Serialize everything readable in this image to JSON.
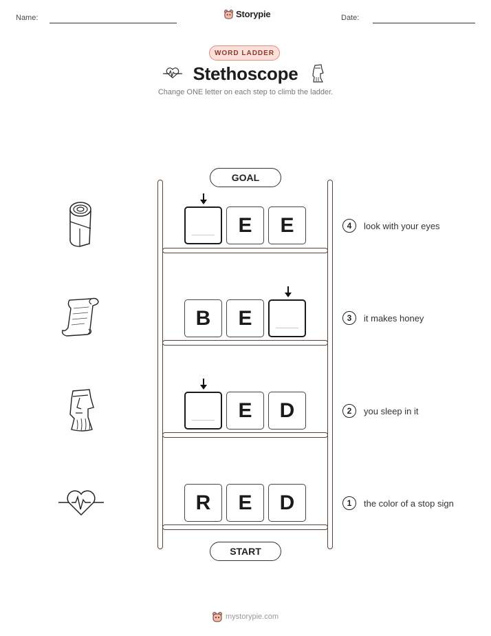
{
  "header": {
    "name_label": "Name:",
    "date_label": "Date:",
    "brand": "Storypie",
    "pill": "WORD LADDER",
    "title": "Stethoscope",
    "subtitle": "Change ONE letter on each step to climb the ladder."
  },
  "ladder": {
    "goal_label": "GOAL",
    "start_label": "START",
    "steps": [
      {
        "number": "4",
        "clue": "look with your eyes",
        "letters": [
          "",
          "E",
          "E"
        ],
        "blank_index": 0,
        "icon": "paper-towel-roll-icon"
      },
      {
        "number": "3",
        "clue": "it makes honey",
        "letters": [
          "B",
          "E",
          ""
        ],
        "blank_index": 2,
        "icon": "scroll-icon"
      },
      {
        "number": "2",
        "clue": "you sleep in it",
        "letters": [
          "",
          "E",
          "D"
        ],
        "blank_index": 0,
        "icon": "moai-statue-icon"
      },
      {
        "number": "1",
        "clue": "the color of a stop sign",
        "letters": [
          "R",
          "E",
          "D"
        ],
        "blank_index": null,
        "icon": "heartbeat-icon"
      }
    ]
  },
  "footer": {
    "text": "mystorypie.com"
  },
  "colors": {
    "pill_bg": "#fbe0da",
    "pill_border": "#e48b7e",
    "ladder": "#5a4338"
  }
}
